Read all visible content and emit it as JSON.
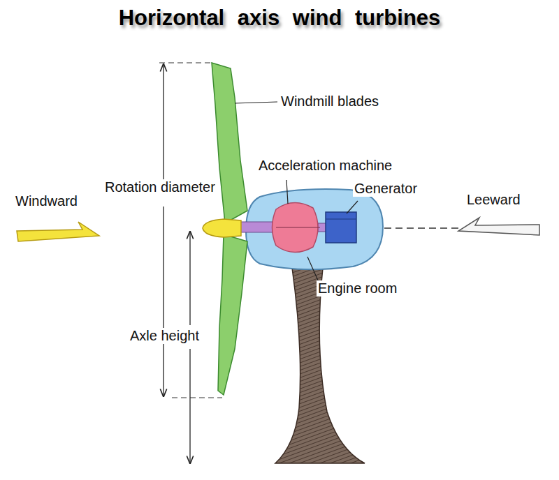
{
  "diagram": {
    "title": "Horizontal axis wind turbines",
    "labels": [
      "Windmill blades",
      "Acceleration machine",
      "Rotation diameter",
      "Generator",
      "Windward",
      "Leeward",
      "Engine room",
      "Axle height"
    ]
  }
}
